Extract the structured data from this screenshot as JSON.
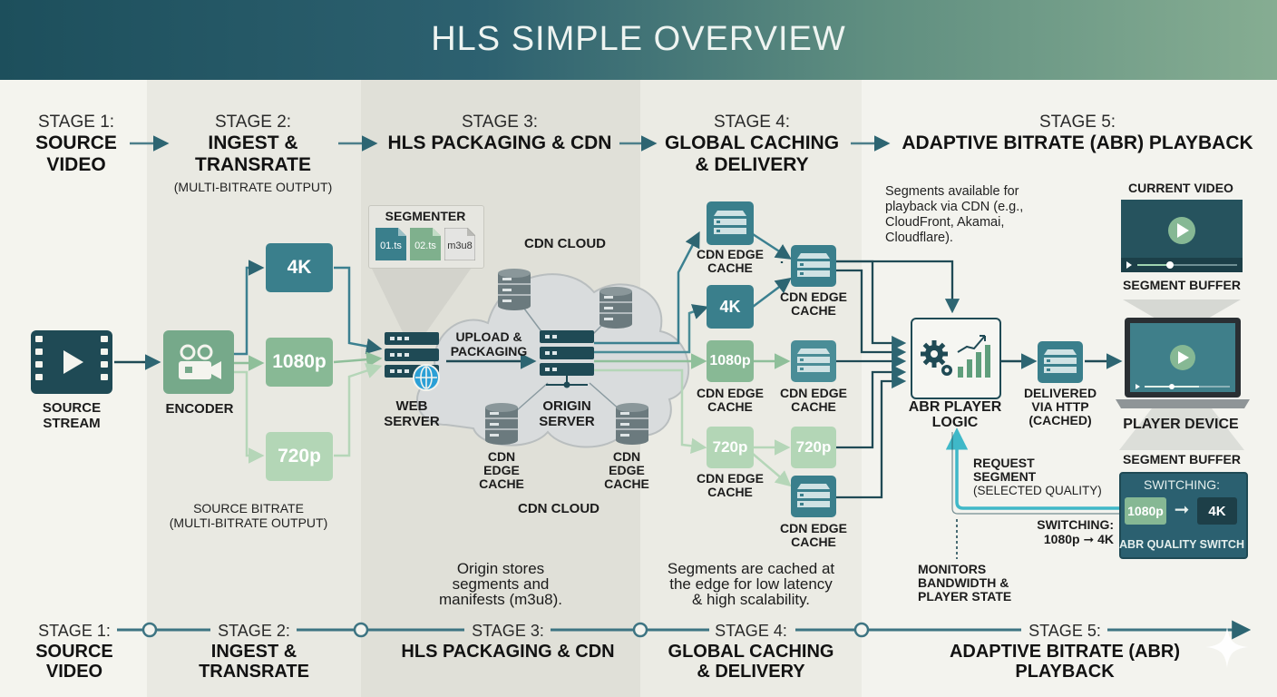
{
  "header": {
    "title": "HLS SIMPLE OVERVIEW"
  },
  "stages": [
    {
      "num": "STAGE 1:",
      "name_line1": "SOURCE",
      "name_line2": "VIDEO"
    },
    {
      "num": "STAGE 2:",
      "name_line1": "INGEST &",
      "name_line2": "TRANSRATE",
      "sub": "(MULTI-BITRATE OUTPUT)"
    },
    {
      "num": "STAGE 3:",
      "name_line1": "HLS PACKAGING & CDN"
    },
    {
      "num": "STAGE 4:",
      "name_line1": "GLOBAL CACHING",
      "name_line2": "& DELIVERY"
    },
    {
      "num": "STAGE 5:",
      "name_line1": "ADAPTIVE BITRATE (ABR) PLAYBACK"
    }
  ],
  "stage1": {
    "icon_label_1": "SOURCE",
    "icon_label_2": "STREAM"
  },
  "stage2": {
    "encoder_label": "ENCODER",
    "renditions": [
      "4K",
      "1080p",
      "720p"
    ],
    "note_1": "SOURCE BITRATE",
    "note_2": "(MULTI-BITRATE OUTPUT)"
  },
  "stage3": {
    "segmenter_title": "SEGMENTER",
    "segment_files": [
      "01.ts",
      "02.ts",
      "m3u8"
    ],
    "web_server_1": "WEB",
    "web_server_2": "SERVER",
    "cloud_label_top": "CDN CLOUD",
    "cloud_label_bottom": "CDN CLOUD",
    "upload_1": "UPLOAD &",
    "upload_2": "PACKAGING",
    "origin_1": "ORIGIN",
    "origin_2": "SERVER",
    "edge_left": [
      "CDN",
      "EDGE",
      "CACHE"
    ],
    "edge_right": [
      "CDN",
      "EDGE",
      "CACHE"
    ],
    "note_1": "Origin stores",
    "note_2": "segments and",
    "note_3": "manifests (m3u8)."
  },
  "stage4": {
    "edge_label_1": "CDN EDGE",
    "edge_label_2": "CACHE",
    "rend_4k": "4K",
    "rend_1080": "1080p",
    "rend_720a": "720p",
    "rend_720b": "720p",
    "note_1": "Segments are cached at",
    "note_2": "the edge for low latency",
    "note_3": "& high scalability."
  },
  "stage5": {
    "avail_1": "Segments available for",
    "avail_2": "playback via CDN (e.g.,",
    "avail_3": "CloudFront, Akamai,",
    "avail_4": "Cloudflare).",
    "current_video": "CURRENT VIDEO",
    "segment_buffer_top": "SEGMENT BUFFER",
    "abr_1": "ABR PLAYER",
    "abr_2": "LOGIC",
    "delivered_1": "DELIVERED",
    "delivered_2": "VIA HTTP",
    "delivered_3": "(CACHED)",
    "player_device": "PLAYER DEVICE",
    "segment_buffer_bottom": "SEGMENT BUFFER",
    "request_1": "REQUEST",
    "request_2": "SEGMENT",
    "request_3": "(SELECTED QUALITY)",
    "switching_title": "SWITCHING:",
    "switch_from": "1080p",
    "switch_to": "4K",
    "switch_caption": "ABR QUALITY SWITCH",
    "switching_note_1": "SWITCHING:",
    "switching_note_2": "1080p ➞ 4K",
    "monitor_1": "MONITORS",
    "monitor_2": "BANDWIDTH &",
    "monitor_3": "PLAYER STATE"
  },
  "colors": {
    "teal_dark": "#2e7280",
    "teal_mid": "#4a8d97",
    "green_mid": "#7fb28e",
    "green_light": "#a9d1ae",
    "navy": "#1f4a55"
  }
}
